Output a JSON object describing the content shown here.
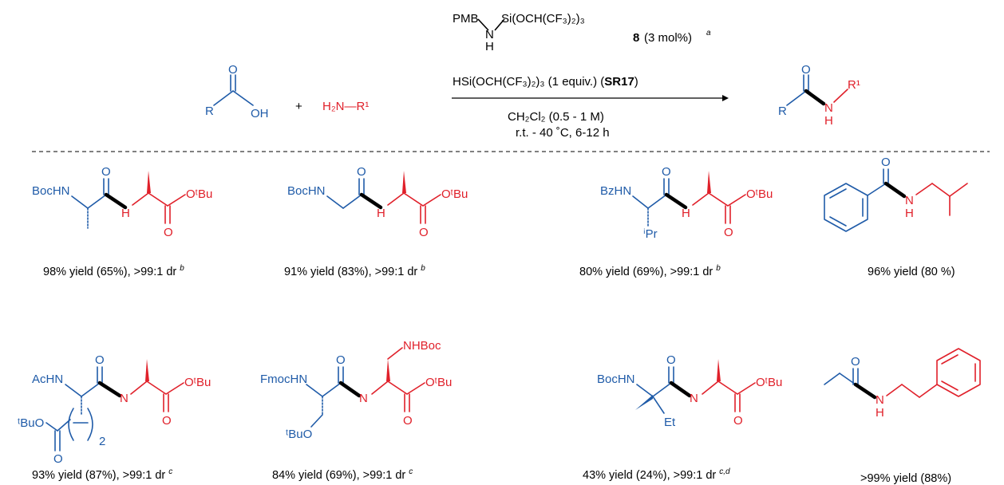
{
  "reaction": {
    "acid": {
      "R": "R",
      "O": "O",
      "OH": "OH"
    },
    "plus": "+",
    "amine": "H₂N—R¹",
    "catalyst": {
      "PMB": "PMB",
      "N": "N",
      "H": "H",
      "silyl": "Si(OCH(CF₃)₂)₃",
      "label": "8",
      "loading": "(3 mol%)",
      "note": "a"
    },
    "reagent": {
      "text": "HSi(OCH(CF₃)₂)₃ (1 equiv.) (",
      "code": "SR17",
      "close": ")"
    },
    "solvent": "CH₂Cl₂ (0.5 - 1 M)",
    "conditions": "r.t. - 40 ˚C, 6-12 h",
    "product": {
      "R": "R",
      "O": "O",
      "N": "N",
      "H": "H",
      "R1": "R¹"
    }
  },
  "products": [
    {
      "caption": "98% yield (65%), >99:1 dr",
      "note": "b"
    },
    {
      "caption": "91% yield (83%),  >99:1 dr",
      "note": "b"
    },
    {
      "caption": "80% yield (69%), >99:1 dr",
      "note": "b"
    },
    {
      "caption": "96% yield (80 %)",
      "note": ""
    },
    {
      "caption": "93% yield (87%), >99:1 dr",
      "note": "c"
    },
    {
      "caption": "84% yield (69%), >99:1 dr",
      "note": "c"
    },
    {
      "caption": "43% yield (24%), >99:1 dr",
      "note": "c,d"
    },
    {
      "caption": ">99% yield (88%)",
      "note": ""
    }
  ],
  "labels": {
    "BocHN": "BocHN",
    "BzHN": "BzHN",
    "AcHN": "AcHN",
    "FmocHN": "FmocHN",
    "NHBoc": "NHBoc",
    "OtBu": "OᵗBu",
    "tBuO": "ᵗBuO",
    "iPr": "ⁱPr",
    "Et": "Et",
    "O": "O",
    "H": "H",
    "N": "N",
    "sub2": "2"
  },
  "colors": {
    "acid_part": "#1f5ba8",
    "amine_part": "#e0202a",
    "amide_bond": "#000000"
  }
}
